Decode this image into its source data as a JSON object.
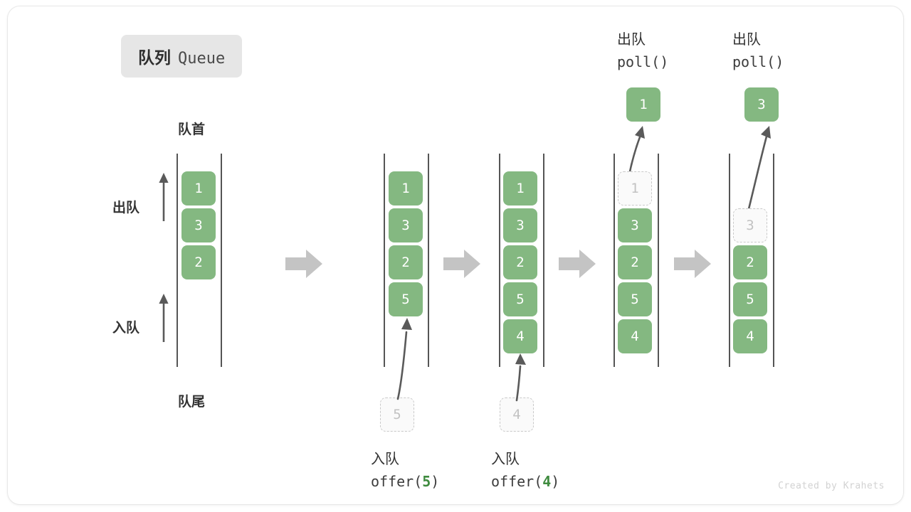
{
  "title": {
    "cn": "队列",
    "en": "Queue"
  },
  "labels": {
    "head": "队首",
    "tail": "队尾",
    "dequeue": "出队",
    "enqueue": "入队"
  },
  "watermark": "Created by Krahets",
  "colors": {
    "cell_fill": "#84b881",
    "cell_text": "#ffffff",
    "ghost_border": "#c9c9c9",
    "ghost_text": "#c2c2c2",
    "rail": "#555555",
    "arrow": "#5a5a5a",
    "step_arrow": "#c4c4c4",
    "accent_green": "#3f8b3f",
    "chip_bg": "#e6e6e6"
  },
  "steps": [
    {
      "id": "initial",
      "cells": [
        {
          "value": "1",
          "state": "filled"
        },
        {
          "value": "3",
          "state": "filled"
        },
        {
          "value": "2",
          "state": "filled"
        }
      ],
      "side_labels": {
        "top": "队首",
        "bottom": "队尾",
        "up_top": "出队",
        "up_bottom": "入队"
      }
    },
    {
      "id": "offer-5",
      "cells": [
        {
          "value": "1",
          "state": "filled"
        },
        {
          "value": "3",
          "state": "filled"
        },
        {
          "value": "2",
          "state": "filled"
        },
        {
          "value": "5",
          "state": "filled"
        }
      ],
      "incoming": {
        "value": "5",
        "state": "ghost"
      },
      "op_cn": "入队",
      "op_code_prefix": "offer(",
      "op_code_arg": "5",
      "op_code_suffix": ")"
    },
    {
      "id": "offer-4",
      "cells": [
        {
          "value": "1",
          "state": "filled"
        },
        {
          "value": "3",
          "state": "filled"
        },
        {
          "value": "2",
          "state": "filled"
        },
        {
          "value": "5",
          "state": "filled"
        },
        {
          "value": "4",
          "state": "filled"
        }
      ],
      "incoming": {
        "value": "4",
        "state": "ghost"
      },
      "op_cn": "入队",
      "op_code_prefix": "offer(",
      "op_code_arg": "4",
      "op_code_suffix": ")"
    },
    {
      "id": "poll-1",
      "cells": [
        {
          "value": "1",
          "state": "ghost"
        },
        {
          "value": "3",
          "state": "filled"
        },
        {
          "value": "2",
          "state": "filled"
        },
        {
          "value": "5",
          "state": "filled"
        },
        {
          "value": "4",
          "state": "filled"
        }
      ],
      "outgoing": {
        "value": "1",
        "state": "filled"
      },
      "op_cn": "出队",
      "op_code": "poll()"
    },
    {
      "id": "poll-3",
      "cells": [
        {
          "value": "3",
          "state": "ghost"
        },
        {
          "value": "2",
          "state": "filled"
        },
        {
          "value": "5",
          "state": "filled"
        },
        {
          "value": "4",
          "state": "filled"
        }
      ],
      "outgoing": {
        "value": "3",
        "state": "filled"
      },
      "op_cn": "出队",
      "op_code": "poll()"
    }
  ],
  "step_separators": [
    {
      "from": "initial",
      "to": "offer-5"
    },
    {
      "from": "offer-5",
      "to": "offer-4"
    },
    {
      "from": "offer-4",
      "to": "poll-1"
    },
    {
      "from": "poll-1",
      "to": "poll-3"
    }
  ]
}
